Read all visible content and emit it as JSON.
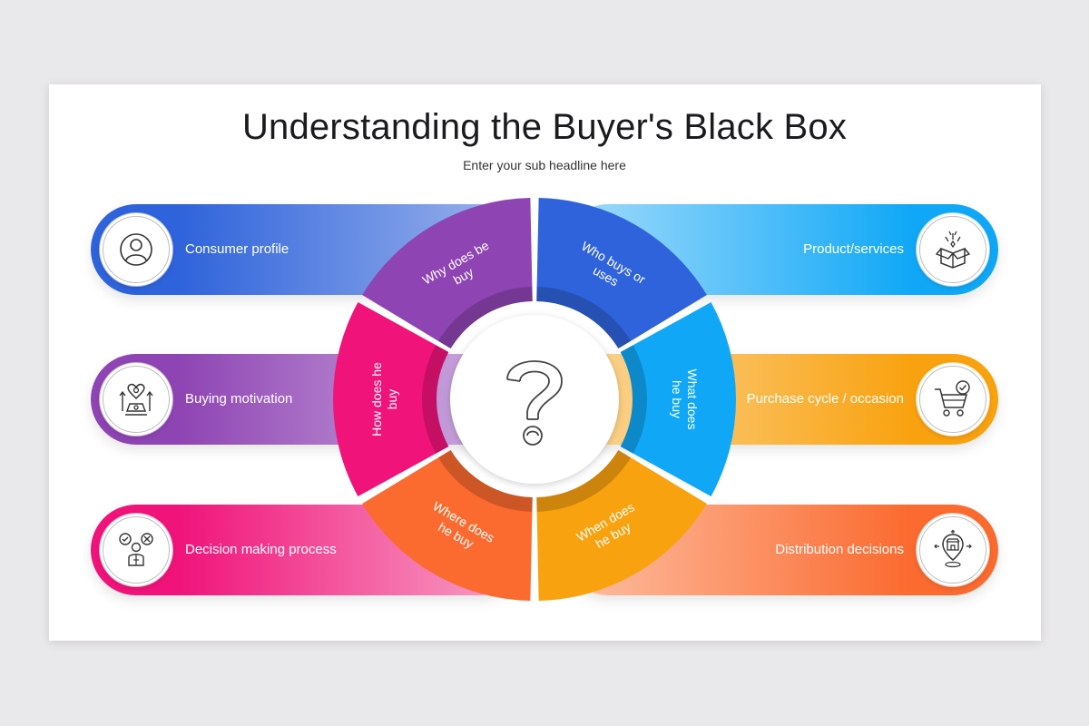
{
  "title": "Understanding the Buyer's Black Box",
  "subtitle": "Enter your sub headline here",
  "left_bars": [
    {
      "label": "Consumer profile",
      "icon": "user-profile-icon",
      "color_start": "#2f63db",
      "color_end": "#9fb6ec"
    },
    {
      "label": "Buying motivation",
      "icon": "heart-motivation-icon",
      "color_start": "#8e44b3",
      "color_end": "#d2b3e3"
    },
    {
      "label": "Decision making process",
      "icon": "decision-person-icon",
      "color_start": "#f0137a",
      "color_end": "#f8a6c8"
    }
  ],
  "right_bars": [
    {
      "label": "Product/services",
      "icon": "open-box-icon",
      "color_start": "#10a8f6",
      "color_end": "#a5dcfb"
    },
    {
      "label": "Purchase cycle / occasion",
      "icon": "shopping-cart-check-icon",
      "color_start": "#f9a20f",
      "color_end": "#fbd79a"
    },
    {
      "label": "Distribution decisions",
      "icon": "location-store-icon",
      "color_start": "#fb6a2f",
      "color_end": "#fcc0a4"
    }
  ],
  "wheel": {
    "center_icon": "question-mark-icon",
    "segments": [
      {
        "text": [
          "Who buys or",
          "uses"
        ],
        "color": "#2f63db"
      },
      {
        "text": [
          "What does",
          "he buy"
        ],
        "color": "#10a8f6"
      },
      {
        "text": [
          "When does",
          "he buy"
        ],
        "color": "#f9a20f"
      },
      {
        "text": [
          "Where does",
          "he buy"
        ],
        "color": "#fb6a2f"
      },
      {
        "text": [
          "How does he",
          "buy"
        ],
        "color": "#f0137a"
      },
      {
        "text": [
          "Why does be",
          "buy"
        ],
        "color": "#8e44b3"
      }
    ]
  }
}
